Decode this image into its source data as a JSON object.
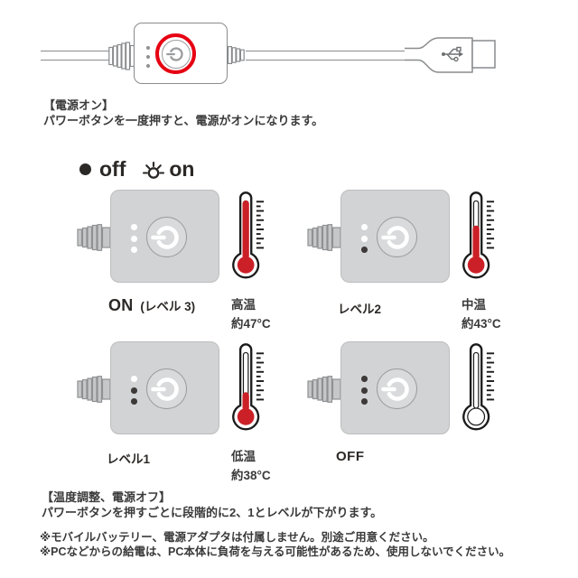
{
  "colors": {
    "accent_red": "#e60012",
    "mercury_red": "#cb2027",
    "panel_gray": "#d2d3d4",
    "outline_gray": "#898b8d",
    "ink": "#1b1b1b",
    "text": "#3a3a3a",
    "near_black": "#2b2826",
    "led_on": "#ffffff",
    "led_off": "#3e3a39"
  },
  "icons": {
    "power_button": "power-icon",
    "usb_plug": "usb-trident-icon",
    "led_on": "open-circle-with-rays",
    "led_off": "filled-dot",
    "thermometer": "thermometer-icon"
  },
  "sections": {
    "power_on": {
      "heading": "【電源オン】",
      "body": "パワーボタンを一度押すと、電源がオンになります。"
    },
    "temp_adjust": {
      "heading": "【温度調整、電源オフ】",
      "body": "パワーボタンを押すごとに段階的に2、1とレベルが下がります。"
    }
  },
  "legend": {
    "off_label": "off",
    "on_label": "on"
  },
  "panels": [
    {
      "label": "ON",
      "label_suffix": "(レベル 3)",
      "leds": [
        "on",
        "on",
        "on"
      ],
      "temp_label": "高温",
      "temp_value": "約47°C",
      "mercury": 1.0
    },
    {
      "label": "レベル2",
      "label_suffix": "",
      "leds": [
        "on",
        "on",
        "off"
      ],
      "temp_label": "中温",
      "temp_value": "約43°C",
      "mercury": 0.55
    },
    {
      "label": "レベル1",
      "label_suffix": "",
      "leds": [
        "on",
        "off",
        "off"
      ],
      "temp_label": "低温",
      "temp_value": "約38°C",
      "mercury": 0.28
    },
    {
      "label": "OFF",
      "label_suffix": "",
      "leds": [
        "off",
        "off",
        "off"
      ],
      "temp_label": "",
      "temp_value": "",
      "mercury": 0
    }
  ],
  "notes": [
    "※モバイルバッテリー、電源アダプタは付属しません。別途ご用意ください。",
    "※PCなどからの給電は、PC本体に負荷を与える可能性があるため、使用しないでください。"
  ]
}
